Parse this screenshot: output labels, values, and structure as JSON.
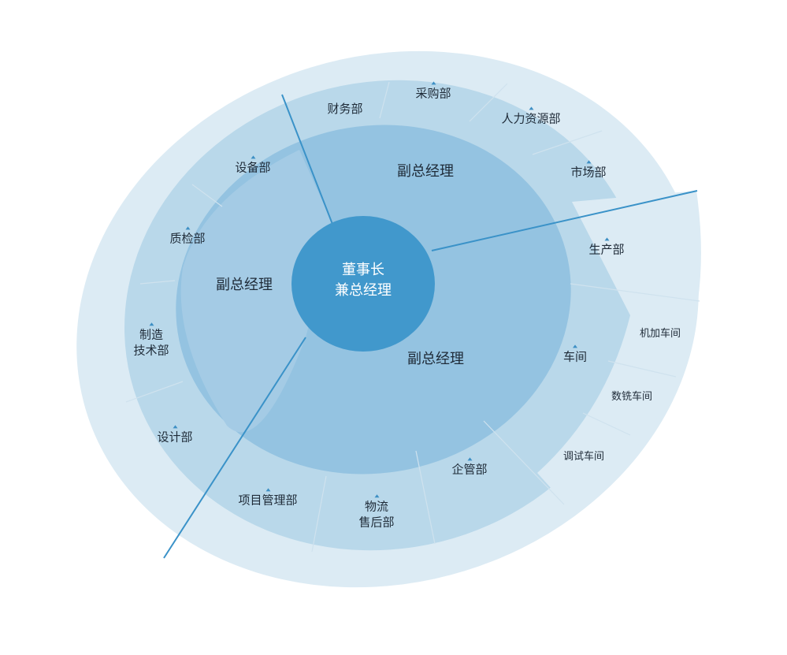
{
  "center": {
    "line1": "董事长",
    "line2": "兼总经理"
  },
  "vps": [
    "副总经理",
    "副总经理",
    "副总经理"
  ],
  "departments": {
    "caiwu": "财务部",
    "caigou": "采购部",
    "renli": "人力资源部",
    "shichang": "市场部",
    "shengchan": "生产部",
    "chejian": "车间",
    "qiguan": "企管部",
    "wuliu_1": "物流",
    "wuliu_2": "售后部",
    "xiangmu": "项目管理部",
    "sheji": "设计部",
    "zhizao_1": "制造",
    "zhizao_2": "技术部",
    "zhijian": "质检部",
    "shebei": "设备部"
  },
  "workshops": {
    "jijia": "机加车间",
    "shuxi": "数铣车间",
    "tiaoshi": "调试车间"
  },
  "colors": {
    "outer_ring": "#dcebf4",
    "dept_ring": "#b9d8ea",
    "vp_fill": "#94c3e1",
    "vp_left_fill": "#a4cbe5",
    "center_fill": "#4198cc",
    "divider": "#3a92c8",
    "sub_divider": "#cfe2ee"
  }
}
